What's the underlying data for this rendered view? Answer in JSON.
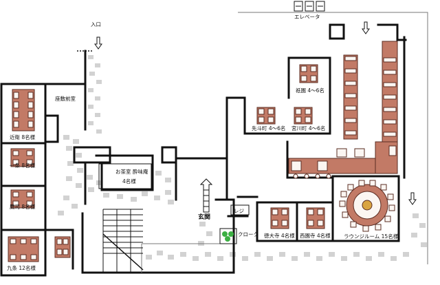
{
  "labels": {
    "elevator": "エレベータ",
    "entrance_in": "入口",
    "genkan": "玄関",
    "reji": "レジ",
    "cloak": "クローク",
    "zashiki_mae": "座敷前室",
    "konoe": "近衛 8名様",
    "ichijo": "一条 8名様",
    "takatsukasa": "鷹司 8名様",
    "kujo": "九条 12名様",
    "ochashitsu": "お茶室 酔味庵",
    "ochashitsu_cap": "4名様",
    "gion": "祇園 4～6名",
    "pontocho": "先斗町 4～6名",
    "miyagawacho": "宮川町 4～6名",
    "daitokuji": "徳大寺 4名様",
    "saionji": "西園寺 4名様",
    "lounge": "ラウンジルーム 15名様"
  },
  "colors": {
    "wall": "#111111",
    "table": "#c27a66",
    "chair": "#fbf6f2",
    "stone": "#d2d2d2",
    "plant": "#3cb043",
    "lounge_center": "#d9a441"
  }
}
